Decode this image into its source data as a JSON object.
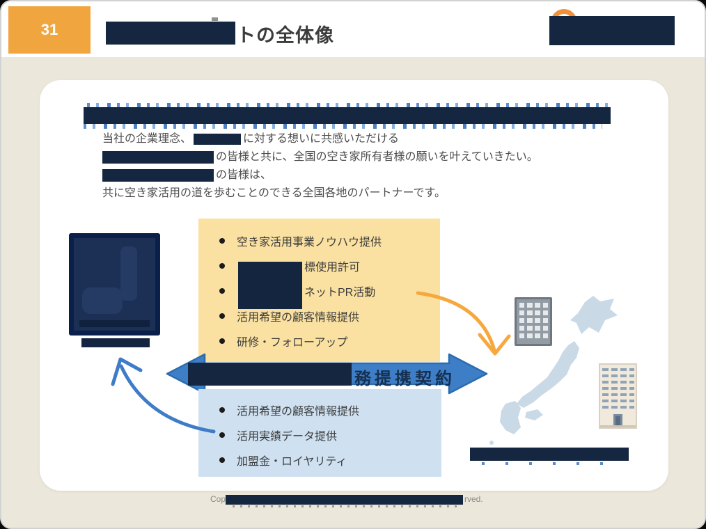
{
  "page": {
    "number": "31",
    "title_visible": "トの全体像"
  },
  "slide": {
    "intro": {
      "line1_pre": "当社の企業理念、",
      "line1_post": "に対する想いに共感いただける",
      "line2_post": "の皆様と共に、全国の空き家所有者様の願いを叶えていきたい。",
      "line3_post": "の皆様は、",
      "line4": "共に空き家活用の道を歩むことのできる全国各地のパートナーです。"
    },
    "provide_box": {
      "bg": "#fbe1a1",
      "items": [
        {
          "text": "空き家活用事業ノウハウ提供",
          "redacted_prefix": false
        },
        {
          "text": "標使用許可",
          "redacted_prefix": true
        },
        {
          "text": "ネットPR活動",
          "redacted_prefix": true
        },
        {
          "text": "活用希望の顧客情報提供",
          "redacted_prefix": false
        },
        {
          "text": "研修・フォローアップ",
          "redacted_prefix": false
        }
      ]
    },
    "agreement_arrow": {
      "visible_label": "務提携契約",
      "fill": "#3e7ec7"
    },
    "return_box": {
      "bg": "#cfe1f1",
      "items": [
        {
          "text": "活用希望の顧客情報提供"
        },
        {
          "text": "活用実績データ提供"
        },
        {
          "text": "加盟金・ロイヤリティ"
        }
      ]
    }
  },
  "footer": {
    "copyright_pre": "Cop",
    "copyright_post": "rved."
  },
  "icons": {
    "logo_mark": "orange-ring-logo",
    "gray_building": "office-building",
    "beige_building": "office-building",
    "japan_map": "japan-map-silhouette",
    "orange_arrow": "curved-arrow-down-right",
    "blue_arrow": "curved-arrow-up-left",
    "partnership_arrow": "double-headed-arrow"
  },
  "colors": {
    "accent_orange": "#f1a53f",
    "redaction_navy": "#152740",
    "arrow_blue": "#3e7ec7",
    "map_blue": "#c9d9e6",
    "provide_bg": "#fbe1a1",
    "return_bg": "#cfe1f1",
    "stage_bg": "#ebe7db"
  }
}
